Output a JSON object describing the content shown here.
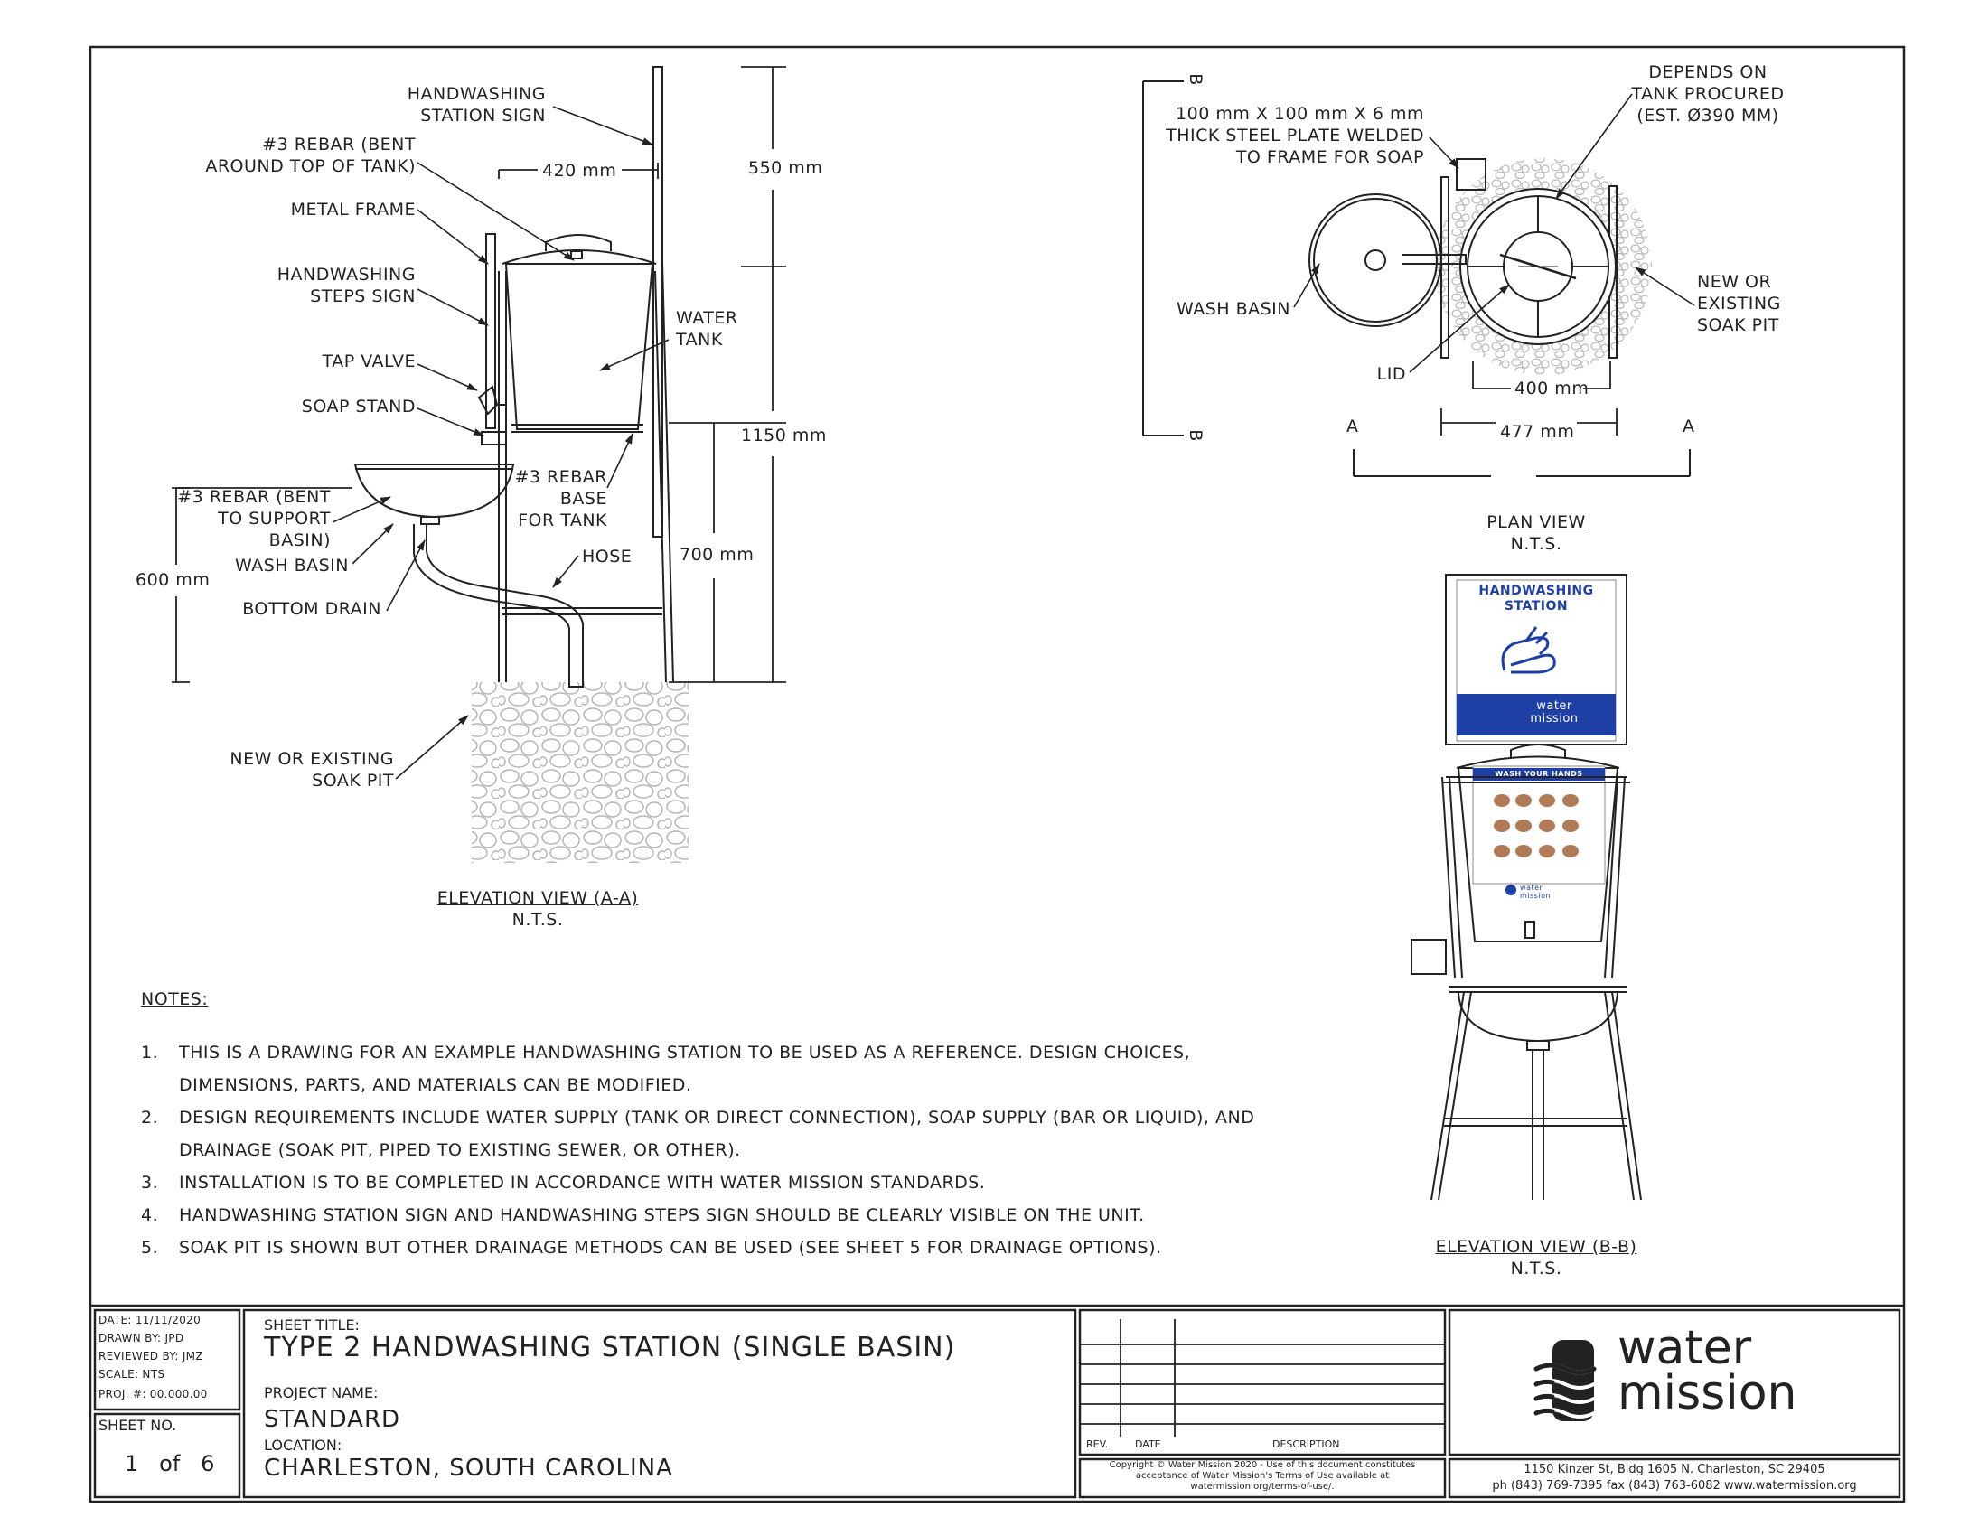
{
  "elevation_a": {
    "labels": {
      "sign": "HANDWASHING\nSTATION SIGN",
      "rebar_top": "#3 REBAR (BENT\nAROUND TOP OF TANK)",
      "frame": "METAL FRAME",
      "steps_sign": "HANDWASHING\nSTEPS SIGN",
      "tap": "TAP VALVE",
      "soap_stand": "SOAP STAND",
      "rebar_basin": "#3 REBAR (BENT\nTO SUPPORT\nBASIN)",
      "wash_basin": "WASH BASIN",
      "bottom_drain": "BOTTOM DRAIN",
      "water_tank": "WATER\nTANK",
      "rebar_base": "#3 REBAR\nBASE\nFOR TANK",
      "hose": "HOSE",
      "soak_pit": "NEW OR EXISTING\nSOAK PIT"
    },
    "dims": {
      "d420": "420 mm",
      "d550": "550 mm",
      "d1150": "1150 mm",
      "d700": "700 mm",
      "d600": "600 mm"
    },
    "title": "ELEVATION VIEW (A-A)",
    "scale": "N.T.S."
  },
  "plan": {
    "labels": {
      "plate": "100 mm X 100 mm X 6 mm\nTHICK STEEL PLATE WELDED\nTO FRAME FOR SOAP",
      "depends": "DEPENDS ON\nTANK PROCURED\n(EST. Ø390 mm)",
      "wash_basin": "WASH BASIN",
      "soak_pit": "NEW OR\nEXISTING\nSOAK PIT",
      "lid": "LID"
    },
    "dims": {
      "d400": "400 mm",
      "d477": "477 mm"
    },
    "section_marks": {
      "b": "B",
      "a": "A"
    },
    "title": "PLAN VIEW",
    "scale": "N.T.S."
  },
  "elevation_b": {
    "sign_title": "HANDWASHING\nSTATION",
    "sign_brand": "water\nmission",
    "steps_header": "WASH YOUR HANDS",
    "steps_brand": "water\nmission",
    "title": "ELEVATION VIEW (B-B)",
    "scale": "N.T.S."
  },
  "notes": {
    "heading": "NOTES:",
    "items": [
      {
        "num": "1.",
        "l1": "THIS IS A DRAWING FOR AN EXAMPLE HANDWASHING STATION TO BE USED AS A REFERENCE. DESIGN CHOICES,",
        "l2": "DIMENSIONS, PARTS, AND MATERIALS CAN BE MODIFIED."
      },
      {
        "num": "2.",
        "l1": "DESIGN REQUIREMENTS INCLUDE WATER SUPPLY (TANK OR DIRECT CONNECTION), SOAP SUPPLY (BAR OR LIQUID), AND",
        "l2": "DRAINAGE (SOAK PIT, PIPED TO EXISTING SEWER, OR OTHER)."
      },
      {
        "num": "3.",
        "l1": "INSTALLATION IS TO BE COMPLETED IN ACCORDANCE WITH WATER MISSION STANDARDS."
      },
      {
        "num": "4.",
        "l1": "HANDWASHING STATION SIGN AND HANDWASHING STEPS SIGN SHOULD BE CLEARLY VISIBLE ON THE UNIT."
      },
      {
        "num": "5.",
        "l1": "SOAK PIT IS SHOWN BUT OTHER DRAINAGE METHODS CAN BE USED (SEE SHEET 5 FOR DRAINAGE OPTIONS)."
      }
    ]
  },
  "title_block": {
    "date": "DATE:  11/11/2020",
    "drawn": "DRAWN BY: JPD",
    "reviewed": "REVIEWED BY: JMZ",
    "scale": "SCALE: NTS",
    "proj": "PROJ. #: 00.000.00",
    "sheet_no_label": "SHEET NO.",
    "sheet_no": "1   of   6",
    "sheet_title_label": "SHEET TITLE:",
    "sheet_title": "TYPE 2 HANDWASHING STATION (SINGLE BASIN)",
    "project_label": "PROJECT NAME:",
    "project": "STANDARD",
    "location_label": "LOCATION:",
    "location": "CHARLESTON, SOUTH CAROLINA",
    "rev_label": "REV.",
    "date_label": "DATE",
    "desc_label": "DESCRIPTION",
    "copyright": "Copyright © Water Mission 2020 - Use of this document constitutes\nacceptance of Water Mission's Terms of Use available at\nwatermission.org/terms-of-use/.",
    "logo_line1": "water",
    "logo_line2": "mission",
    "address": "1150 Kinzer St, Bldg 1605   N. Charleston, SC 29405",
    "contact": "ph (843) 769-7395   fax (843) 763-6082   www.watermission.org"
  },
  "colors": {
    "line": "#222222",
    "blue": "#1d3fa6",
    "stone": "#b8b8b8"
  }
}
